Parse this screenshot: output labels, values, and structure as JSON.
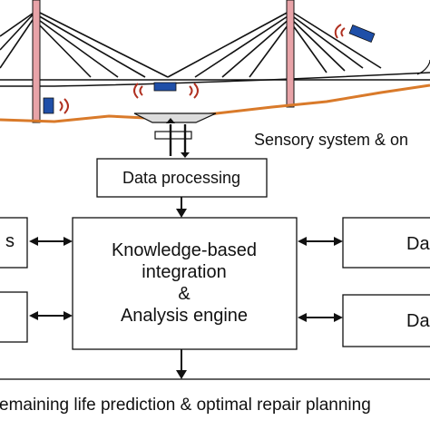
{
  "sensory_label": "Sensory system & on",
  "data_processing": "Data processing",
  "engine": {
    "line1": "Knowledge-based",
    "line2": "integration",
    "line3": "&",
    "line4": "Analysis engine"
  },
  "left_top_box_text": "s",
  "right_top_box_text": "Da",
  "right_bottom_box_text": "Da",
  "bottom_banner": "emaining life prediction & optimal repair planning",
  "colors": {
    "pylon": "#e8a3a8",
    "deck_line": "#d97a2a",
    "sensor": "#1f4fa8",
    "wave": "#b03020"
  }
}
